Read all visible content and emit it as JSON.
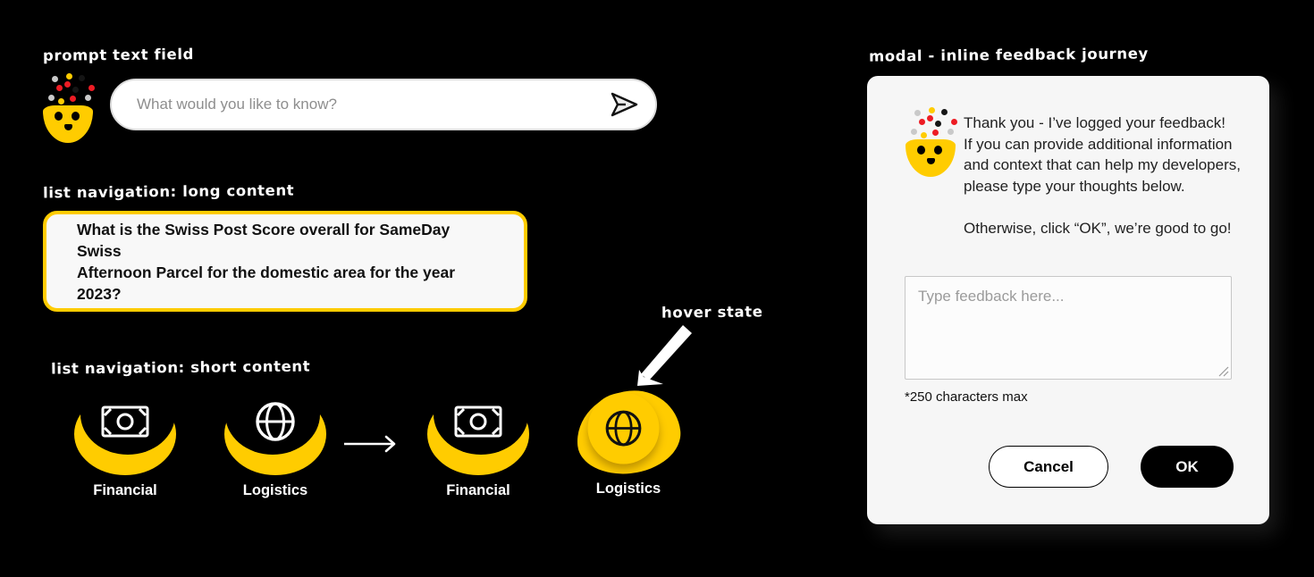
{
  "annotations": {
    "prompt_field": "prompt text field",
    "long_nav": "list navigation: long content",
    "short_nav": "list navigation: short content",
    "hover": "hover state",
    "modal": "modal - inline feedback journey"
  },
  "prompt_field": {
    "placeholder": "What would you like to know?",
    "send_icon": "send-paper-plane"
  },
  "long_content_card": {
    "text": "What is the Swiss Post Score overall for SameDay Swiss\nAfternoon Parcel for the domestic area for the year 2023?"
  },
  "short_nav": {
    "items_default": [
      {
        "label": "Financial",
        "icon": "banknote"
      },
      {
        "label": "Logistics",
        "icon": "globe"
      }
    ],
    "items_hover_demo": [
      {
        "label": "Financial",
        "icon": "banknote",
        "state": "default"
      },
      {
        "label": "Logistics",
        "icon": "globe",
        "state": "hover"
      }
    ]
  },
  "modal": {
    "message": "Thank you - I’ve logged your feedback!\nIf you can provide additional information\nand context that can help my developers,\nplease type your thoughts below.\n\nOtherwise, click “OK”, we’re good to go!",
    "textarea_placeholder": "Type feedback here...",
    "char_limit_note": "*250 characters max",
    "cancel_label": "Cancel",
    "ok_label": "OK"
  },
  "colors": {
    "brand_yellow": "#FFCC00",
    "brand_red": "#ED1C24",
    "surface": "#F6F6F6",
    "background": "#000000",
    "placeholder_gray": "#8E8E8E"
  }
}
